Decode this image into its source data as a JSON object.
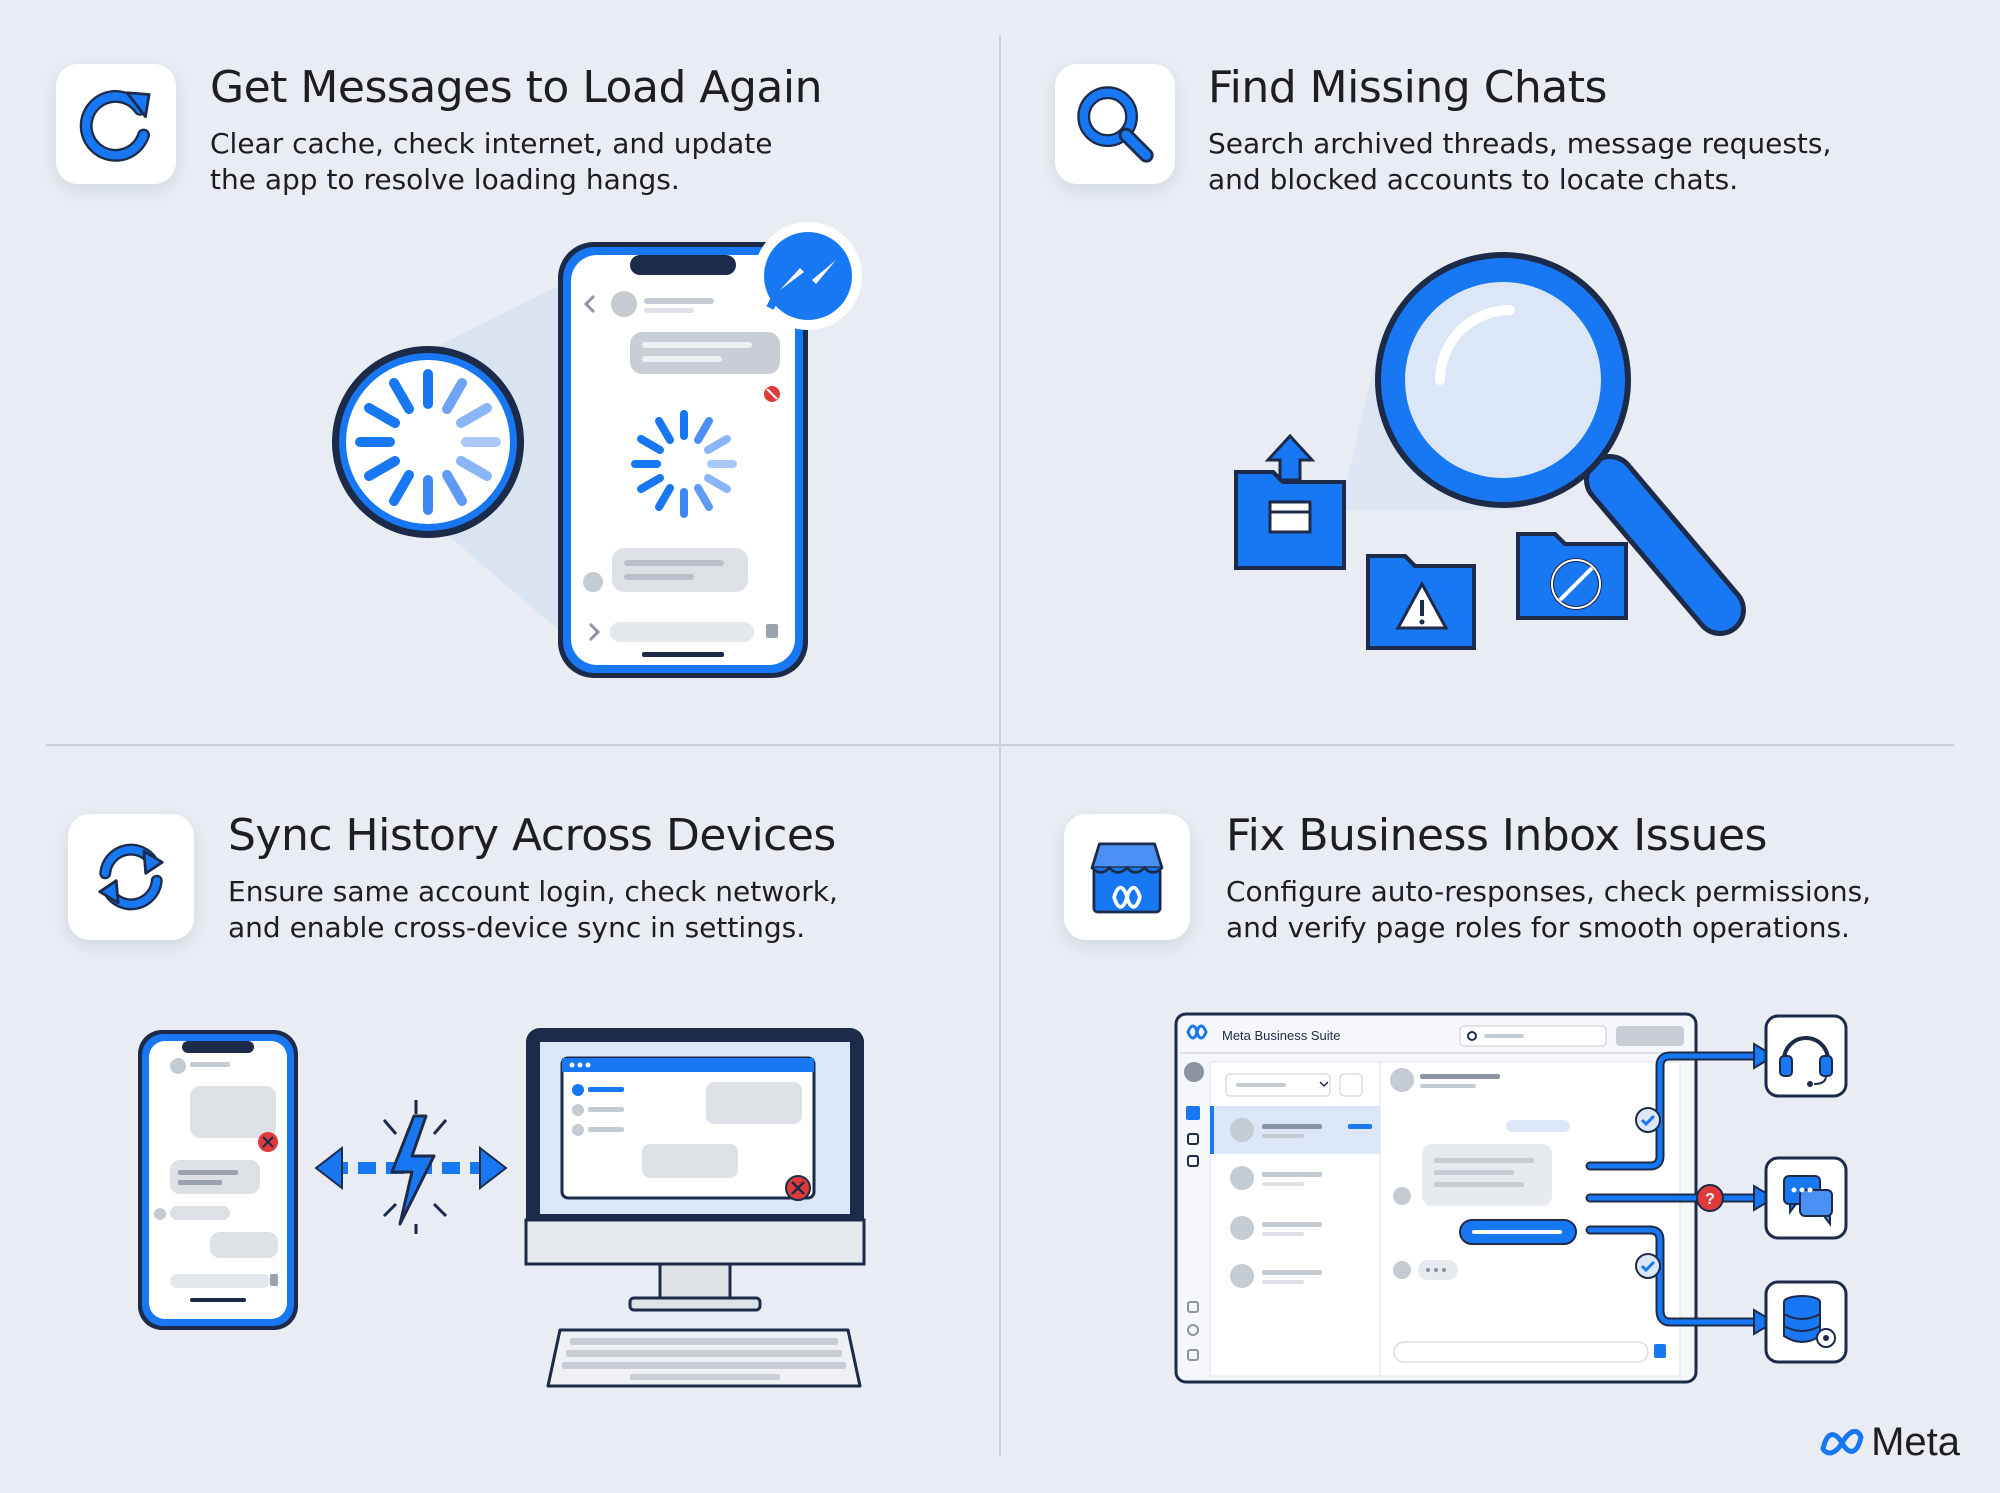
{
  "colors": {
    "accent": "#1877f2",
    "accent_dark": "#0b5cd6",
    "outline": "#1c2b4a",
    "bg": "#e9edf3",
    "panel_gray": "#d8dde4",
    "error": "#e03b3b"
  },
  "quadrants": [
    {
      "title": "Get Messages to Load Again",
      "desc_line1": "Clear cache, check internet, and update",
      "desc_line2": "the app to resolve loading hangs.",
      "icon": "refresh-icon"
    },
    {
      "title": "Find Missing Chats",
      "desc_line1": "Search archived threads, message requests,",
      "desc_line2": "and blocked accounts to locate chats.",
      "icon": "search-icon"
    },
    {
      "title": "Sync History Across Devices",
      "desc_line1": "Ensure same account login, check network,",
      "desc_line2": "and enable cross-device sync in settings.",
      "icon": "sync-icon"
    },
    {
      "title": "Fix Business Inbox Issues",
      "desc_line1": "Configure auto-responses, check permissions,",
      "desc_line2": "and verify page roles for smooth operations.",
      "icon": "storefront-icon"
    }
  ],
  "business_suite": {
    "app_title": "Meta Business Suite"
  },
  "brand": {
    "logo": "meta-infinity-icon",
    "name": "Meta"
  }
}
